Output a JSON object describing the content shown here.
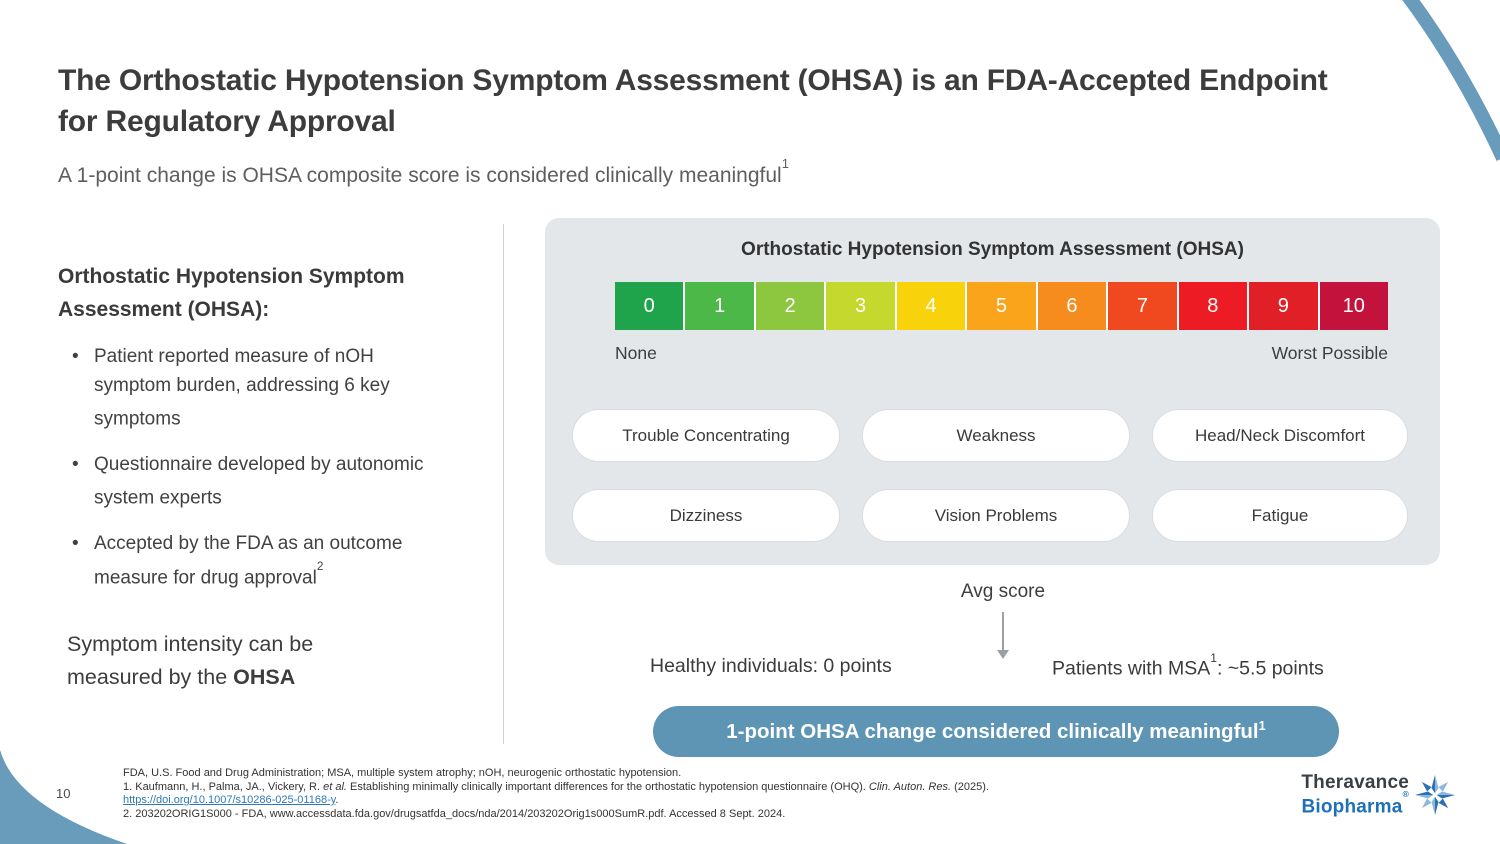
{
  "slide": {
    "title": "The Orthostatic Hypotension Symptom Assessment (OHSA) is an FDA-Accepted Endpoint\nfor Regulatory Approval",
    "subtitle_text": "A 1-point change is OHSA composite score is considered clinically meaningful",
    "subtitle_sup": "1"
  },
  "left_panel": {
    "heading": "Orthostatic Hypotension Symptom\nAssessment (OHSA):",
    "bullets": [
      {
        "text": "Patient reported measure of nOH symptom burden, addressing 6 key symptoms",
        "sup": ""
      },
      {
        "text": "Questionnaire developed by autonomic system experts",
        "sup": ""
      },
      {
        "text": "Accepted by the FDA as an outcome measure for drug approval",
        "sup": "2"
      }
    ],
    "summary_text": "Symptom intensity can be\nmeasured by the ",
    "summary_bold": "OHSA"
  },
  "assessment_panel": {
    "title": "Orthostatic Hypotension Symptom Assessment (OHSA)",
    "scale": {
      "values": [
        "0",
        "1",
        "2",
        "3",
        "4",
        "5",
        "6",
        "7",
        "8",
        "9",
        "10"
      ],
      "colors": [
        "#1FA44B",
        "#4CB848",
        "#8DC63F",
        "#C4D82E",
        "#F8D20A",
        "#FAA41B",
        "#F68B1E",
        "#F0491F",
        "#ED1C24",
        "#E01F27",
        "#C3123B"
      ],
      "left_label": "None",
      "right_label": "Worst Possible"
    },
    "symptoms": [
      "Trouble Concentrating",
      "Weakness",
      "Head/Neck Discomfort",
      "Dizziness",
      "Vision Problems",
      "Fatigue"
    ]
  },
  "avg_score": {
    "label": "Avg score",
    "healthy": "Healthy individuals: 0 points",
    "msa_pre": "Patients with MSA",
    "msa_sup": "1",
    "msa_post": ": ~5.5 points"
  },
  "banner": {
    "text": "1-point OHSA change considered clinically meaningful",
    "sup": "1",
    "color": "#5E95B5"
  },
  "footer": {
    "page_number": "10",
    "abbrev": "FDA, U.S. Food and Drug Administration; MSA, multiple system atrophy; nOH, neurogenic orthostatic hypotension.",
    "ref1_pre": "1. Kaufmann, H., Palma, JA., Vickery, R. ",
    "ref1_italic1": "et al.",
    "ref1_mid": " Establishing minimally clinically important differences for the orthostatic hypotension questionnaire (OHQ). ",
    "ref1_italic2": "Clin. Auton. Res.",
    "ref1_post": " (2025).",
    "ref1_link": "https://doi.org/10.1007/s10286-025-01168-y",
    "ref1_link_post": ".",
    "ref2": "2. 203202ORIG1S000 - FDA, www.accessdata.fda.gov/drugsatfda_docs/nda/2014/203202Orig1s000SumR.pdf. Accessed 8 Sept. 2024."
  },
  "logo": {
    "line1": "Theravance",
    "line2": "Biopharma",
    "reg": "®"
  }
}
